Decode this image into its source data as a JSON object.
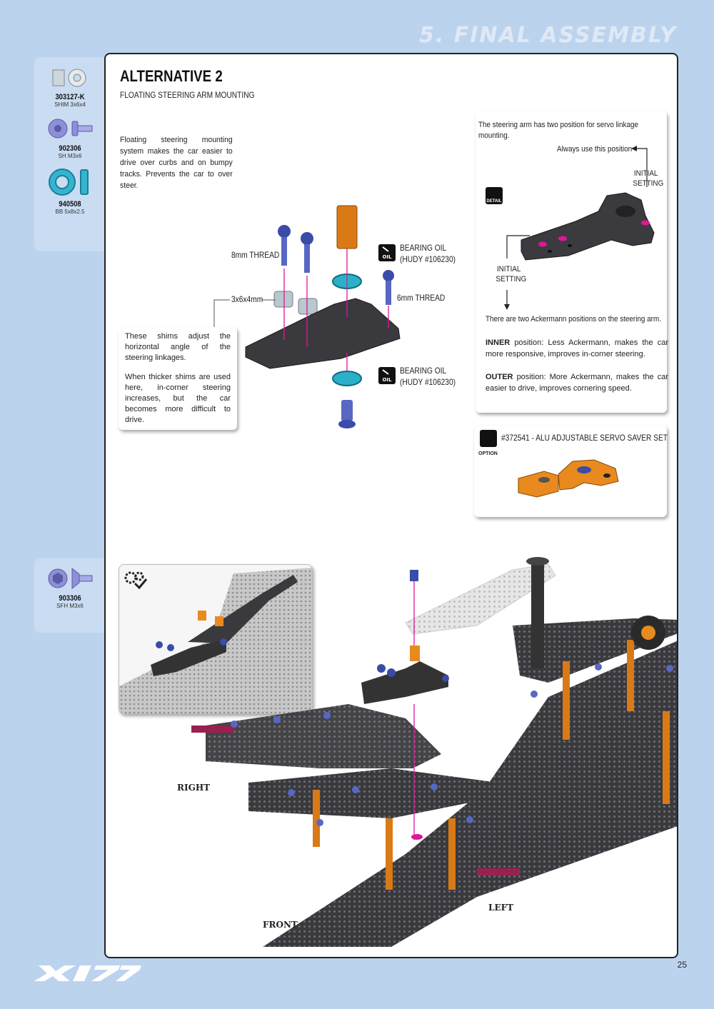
{
  "header": {
    "section_title": "5. FINAL ASSEMBLY"
  },
  "sidebar_top": {
    "parts": [
      {
        "code": "303127-K",
        "desc": "SHIM 3x6x4",
        "icon": "shim-icon"
      },
      {
        "code": "902306",
        "desc": "SH M3x6",
        "icon": "socket-head-screw-icon"
      },
      {
        "code": "940508",
        "desc": "BB 5x8x2.5",
        "icon": "ball-bearing-icon"
      }
    ]
  },
  "sidebar_bottom": {
    "parts": [
      {
        "code": "903306",
        "desc": "SFH M3x6",
        "icon": "flat-head-screw-icon"
      }
    ]
  },
  "main": {
    "title": "ALTERNATIVE 2",
    "subtitle": "FLOATING STEERING ARM MOUNTING",
    "intro": "Floating steering mounting system makes the car easier to drive over curbs and on bumpy tracks. Prevents the car to over steer.",
    "labels": {
      "thread_8mm": "8mm THREAD",
      "shim": "3x6x4mm",
      "thread_6mm": "6mm THREAD",
      "bearing_oil_1": "BEARING OIL",
      "hudy_1": "(HUDY #106230)",
      "bearing_oil_2": "BEARING OIL",
      "hudy_2": "(HUDY #106230)",
      "oil_icon_text": "OIL"
    },
    "shims_note": {
      "p1": "These shims adjust the horizontal angle of the steering linkages.",
      "p2": "When thicker shims are used here, in-corner steering increases, but the car becomes more difficult to drive."
    },
    "steering_box": {
      "top": "The steering arm has two position for servo linkage mounting.",
      "always": "Always use this position",
      "initial_1a": "INITIAL",
      "initial_1b": "SETTING",
      "detail_label": "DETAIL",
      "initial_2a": "INITIAL",
      "initial_2b": "SETTING",
      "ackermann": "There are two Ackermann positions on the steering arm.",
      "inner_label": "INNER",
      "inner_text": " position: Less Ackermann, makes the car more responsive, improves in-corner steering.",
      "outer_label": "OUTER",
      "outer_text": " position: More Ackermann, makes the car easier to drive, improves cornering speed."
    },
    "option_box": {
      "icon_label": "OPTION",
      "text": "#372541 - ALU ADJUSTABLE SERVO SAVER SET"
    },
    "directions": {
      "right": "RIGHT",
      "left": "LEFT",
      "front": "FRONT"
    }
  },
  "footer": {
    "page_number": "25"
  },
  "colors": {
    "background": "#bcd3ee",
    "accent_magenta": "#e0159a",
    "orange": "#e88a1e",
    "cyan": "#2ab0c8"
  }
}
